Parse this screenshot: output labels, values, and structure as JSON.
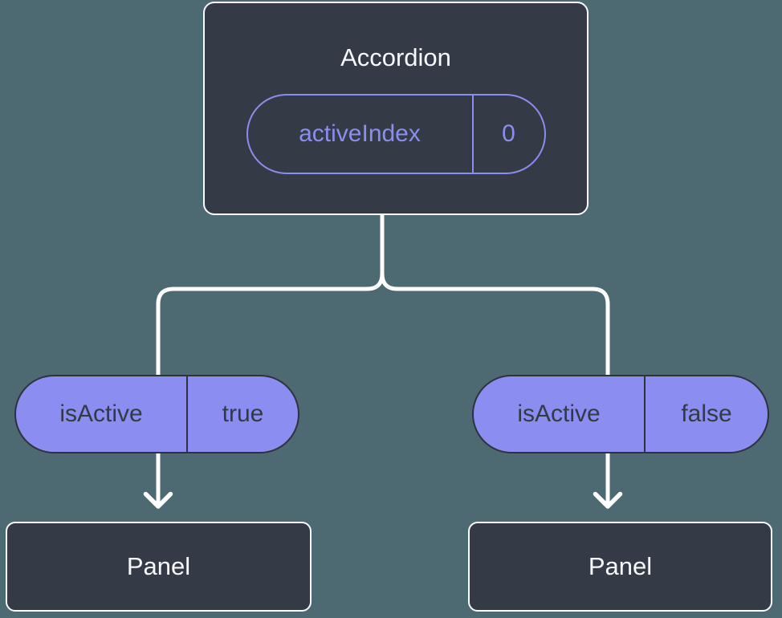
{
  "diagram": {
    "background_color": "#4d6971",
    "node_fill_color": "#343a46",
    "node_border_color": "#fafbfc",
    "accent_color": "#8b8df0",
    "dark_text_color": "#333a45",
    "connector_color": "#ffffff",
    "root_node": {
      "title": "Accordion",
      "prop": {
        "name": "activeIndex",
        "value": "0"
      }
    },
    "children": [
      {
        "prop": {
          "name": "isActive",
          "value": "true"
        },
        "title": "Panel"
      },
      {
        "prop": {
          "name": "isActive",
          "value": "false"
        },
        "title": "Panel"
      }
    ],
    "icons": {
      "connector_arrow": "arrow-down"
    }
  }
}
